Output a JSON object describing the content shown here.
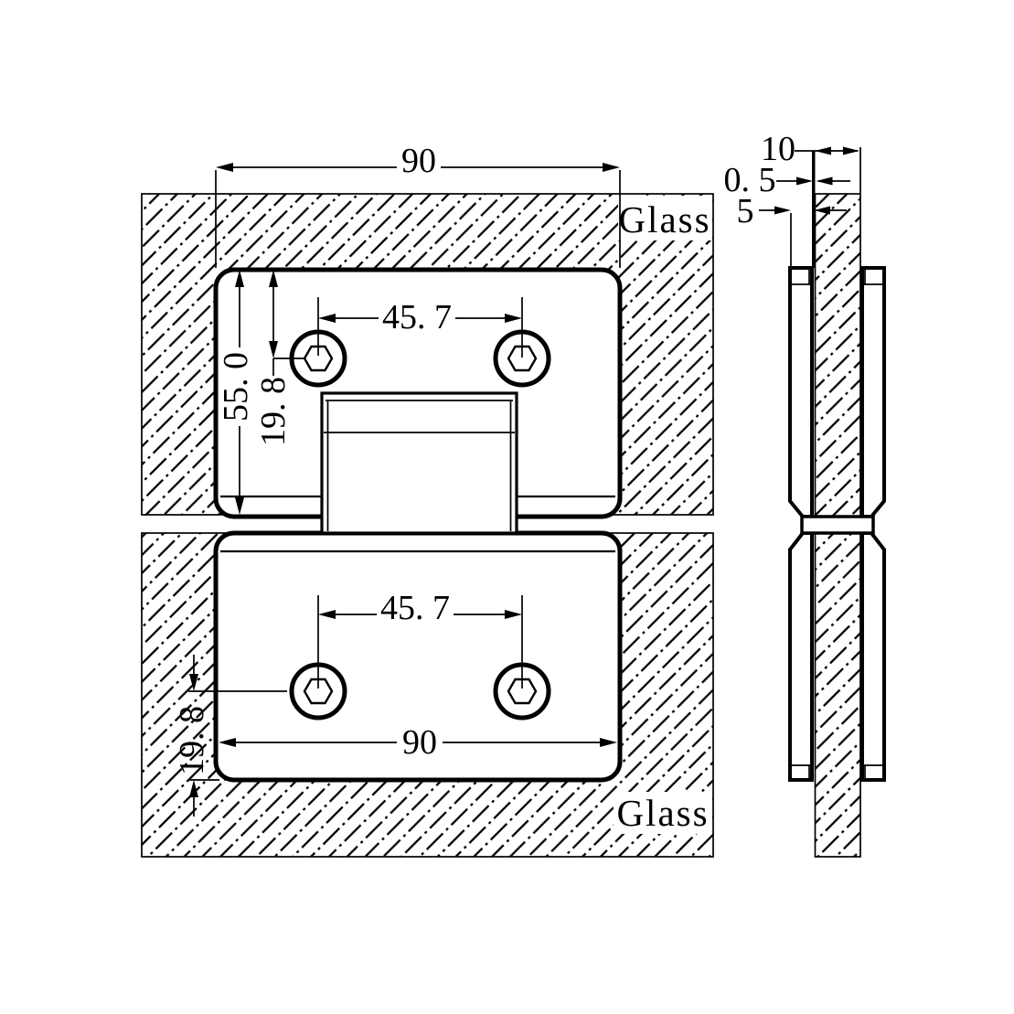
{
  "colors": {
    "line": "#000000",
    "hatch_cyan": "#22DFDF",
    "background": "#FFFFFF"
  },
  "front_view": {
    "top_width_dim": "90",
    "top_hole_spacing_dim": "45. 7",
    "plate_height_dim": "55. 0",
    "top_hole_offset_dim": "19. 8",
    "bottom_hole_spacing_dim": "45. 7",
    "bottom_width_dim": "90",
    "bottom_hole_offset_dim": "19. 8",
    "glass_label_upper": "Glass",
    "glass_label_lower": "Glass"
  },
  "side_view": {
    "glass_thickness_dim": "10",
    "gasket_thickness_dim": "0. 5",
    "plate_thickness_dim": "5"
  }
}
